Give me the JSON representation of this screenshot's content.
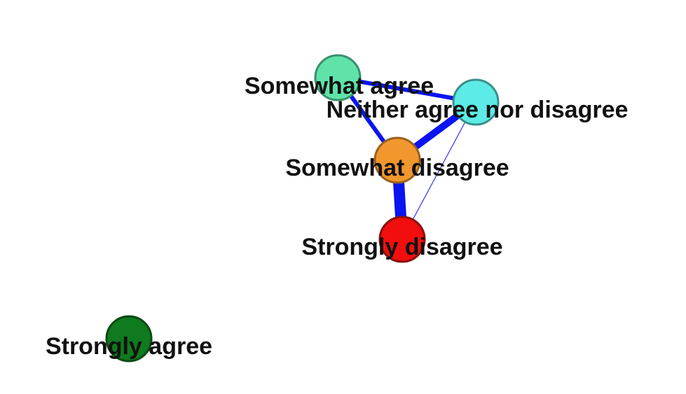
{
  "nodes": [
    {
      "id": "somewhat_agree",
      "label": "Somewhat agree",
      "color": "#5FE3A9",
      "stroke": "#3A8F6C"
    },
    {
      "id": "neither",
      "label": "Neither agree nor disagree",
      "color": "#5CEBE6",
      "stroke": "#3A8F8A"
    },
    {
      "id": "somewhat_disagree",
      "label": "Somewhat disagree",
      "color": "#F0972E",
      "stroke": "#9A6020"
    },
    {
      "id": "strongly_disagree",
      "label": "Strongly disagree",
      "color": "#F20E0E",
      "stroke": "#8A1010"
    },
    {
      "id": "strongly_agree",
      "label": "Strongly agree",
      "color": "#0F7A1E",
      "stroke": "#0A4A12"
    }
  ],
  "edges": [
    {
      "source": "somewhat_agree",
      "target": "neither",
      "strength": "medium"
    },
    {
      "source": "somewhat_agree",
      "target": "somewhat_disagree",
      "strength": "medium"
    },
    {
      "source": "neither",
      "target": "somewhat_disagree",
      "strength": "thick"
    },
    {
      "source": "somewhat_disagree",
      "target": "strongly_disagree",
      "strength": "very-thick"
    },
    {
      "source": "neither",
      "target": "strongly_disagree",
      "strength": "thin"
    }
  ],
  "edge_color": "#0A14F0"
}
